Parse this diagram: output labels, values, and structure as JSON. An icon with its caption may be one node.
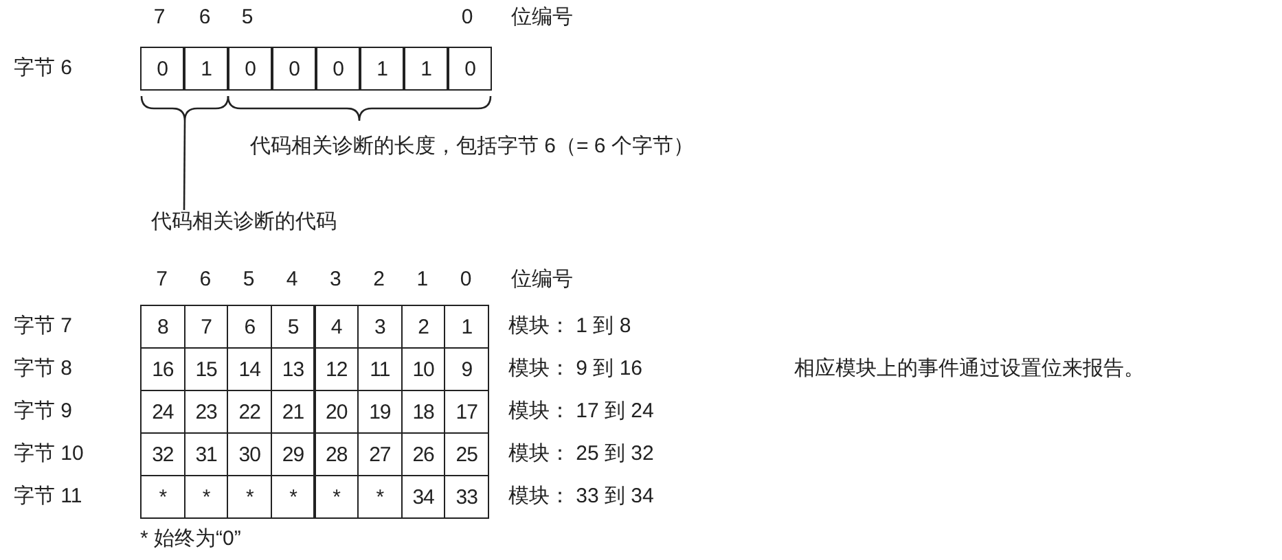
{
  "diagram": {
    "nodes": [
      {
        "text": [
          "代码相关诊断的代码"
        ]
      },
      {
        "text": [],
        "shape": "brace"
      }
    ],
    "edges": [
      {
        "from": 0,
        "to": 1,
        "arrow": "none"
      }
    ],
    "labels": [
      "7",
      "6",
      "5",
      "0",
      "位编号",
      "字节 6",
      "0",
      "1",
      "0",
      "0",
      "0",
      "1",
      "1",
      "0",
      "代码相关诊断的长度，包括字节 6（= 6 个字节）",
      "7",
      "6",
      "5",
      "4",
      "3",
      "2",
      "1",
      "0",
      "位编号",
      "字节 7",
      "8",
      "7",
      "6",
      "5",
      "4",
      "3",
      "2",
      "1",
      "模块： 1 到 8",
      "字节 8",
      "16",
      "15",
      "14",
      "13",
      "12",
      "11",
      "10",
      "9",
      "模块： 9 到 16",
      "相应模块上的事件通过设置位来报告。",
      "字节 9",
      "24",
      "23",
      "22",
      "21",
      "20",
      "19",
      "18",
      "17",
      "模块： 17 到 24",
      "字节 10",
      "32",
      "31",
      "30",
      "29",
      "28",
      "27",
      "26",
      "25",
      "模块： 25 到 32",
      "字节 11",
      "*",
      "*",
      "*",
      "*",
      "*",
      "*",
      "34",
      "33",
      "模块： 33 到 34",
      "* 始终为“0”"
    ]
  }
}
